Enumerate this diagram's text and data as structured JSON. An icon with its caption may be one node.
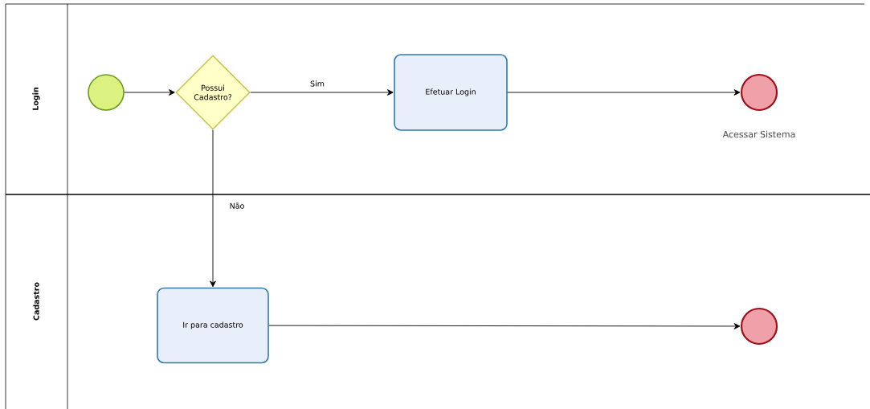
{
  "diagram": {
    "nodes": [
      {
        "text": [
          "Login"
        ]
      },
      {
        "text": [
          "Cadastro"
        ]
      },
      {
        "text": [],
        "shape": "circle",
        "in": 0
      },
      {
        "text": [
          "Possui Cadastro?"
        ],
        "in": 0
      },
      {
        "text": [
          "Efetuar Login"
        ],
        "in": 0
      },
      {
        "text": [],
        "shape": "circle",
        "in": 0,
        "beside": [
          "Acessar Sistema"
        ]
      },
      {
        "text": [
          "Ir para cadastro"
        ],
        "in": 1
      },
      {
        "text": [],
        "shape": "circle",
        "in": 1
      }
    ],
    "edges": [
      {
        "from": 2,
        "to": 3,
        "arrow": "to"
      },
      {
        "from": 3,
        "to": 4,
        "arrow": "to",
        "label": "Sim"
      },
      {
        "from": 4,
        "to": 5,
        "arrow": "to"
      },
      {
        "from": 3,
        "to": 6,
        "arrow": "to",
        "label": "Não"
      },
      {
        "from": 6,
        "to": 7,
        "arrow": "to"
      }
    ]
  }
}
